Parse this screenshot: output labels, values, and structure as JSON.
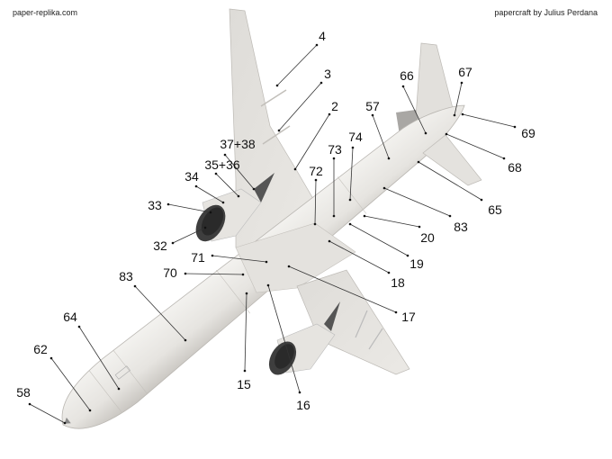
{
  "header": {
    "site": "paper-replika.com",
    "credit": "papercraft by Julius Perdana"
  },
  "colors": {
    "paper": "#e9e7e3",
    "paper_shade": "#d3d0cb",
    "engine_dark": "#4a4a4a",
    "leader": "#333333"
  },
  "part_labels": [
    "4",
    "3",
    "2",
    "37+38",
    "35+36",
    "34",
    "33",
    "32",
    "71",
    "70",
    "83",
    "64",
    "62",
    "58",
    "15",
    "16",
    "17",
    "18",
    "19",
    "20",
    "83",
    "65",
    "68",
    "69",
    "67",
    "66",
    "57",
    "73",
    "74",
    "72"
  ]
}
